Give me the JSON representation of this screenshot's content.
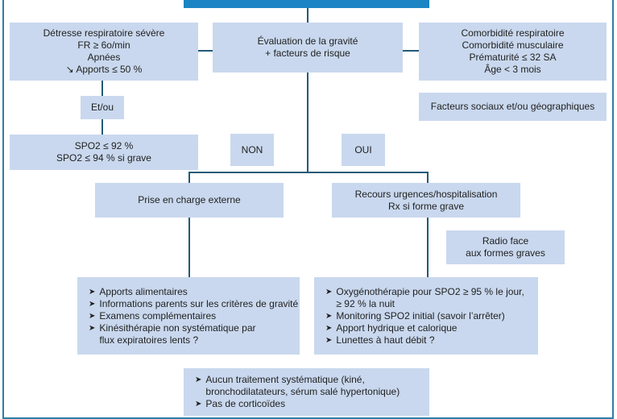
{
  "distress": {
    "lines": [
      "Détresse respiratoire sévère",
      "FR ≥ 6o/min",
      "Apnées",
      "↘ Apports ≤ 50 %"
    ]
  },
  "evaluation": {
    "lines": [
      "Évaluation de la gravité",
      "+ facteurs de risque"
    ]
  },
  "comorbid": {
    "lines": [
      "Comorbidité respiratoire",
      "Comorbidité musculaire",
      "Prématurité ≤ 32 SA",
      "Âge < 3 mois"
    ]
  },
  "etou": {
    "label": "Et/ou"
  },
  "social": {
    "label": "Facteurs sociaux et/ou géographiques"
  },
  "spo2": {
    "lines": [
      "SPO2 ≤ 92 %",
      "SPO2 ≤ 94 % si grave"
    ]
  },
  "non": {
    "label": "NON"
  },
  "oui": {
    "label": "OUI"
  },
  "external": {
    "label": "Prise en charge externe"
  },
  "urgences": {
    "lines": [
      "Recours urgences/hospitalisation",
      "Rx si forme grave"
    ]
  },
  "radio": {
    "lines": [
      "Radio face",
      "aux formes graves"
    ]
  },
  "left_list": {
    "items": [
      "Apports alimentaires",
      "Informations parents sur les critères de gravité",
      "Examens complémentaires",
      "Kinésithérapie non systématique par flux expiratoires lents ?"
    ]
  },
  "right_list": {
    "items": [
      "Oxygénothérapie pour SPO2 ≥ 95 % le jour, ≥ 92 % la nuit",
      "Monitoring SPO2 initial (savoir l’arrêter)",
      "Apport hydrique et calorique",
      "Lunettes à haut débit ?"
    ]
  },
  "bottom_list": {
    "items": [
      "Aucun traitement systématique (kiné, bronchodilatateurs, sérum salé hypertonique)",
      "Pas de corticoïdes"
    ]
  },
  "colors": {
    "box": "#c9d8ee",
    "line": "#1f5a78",
    "title": "#1b84c3"
  }
}
